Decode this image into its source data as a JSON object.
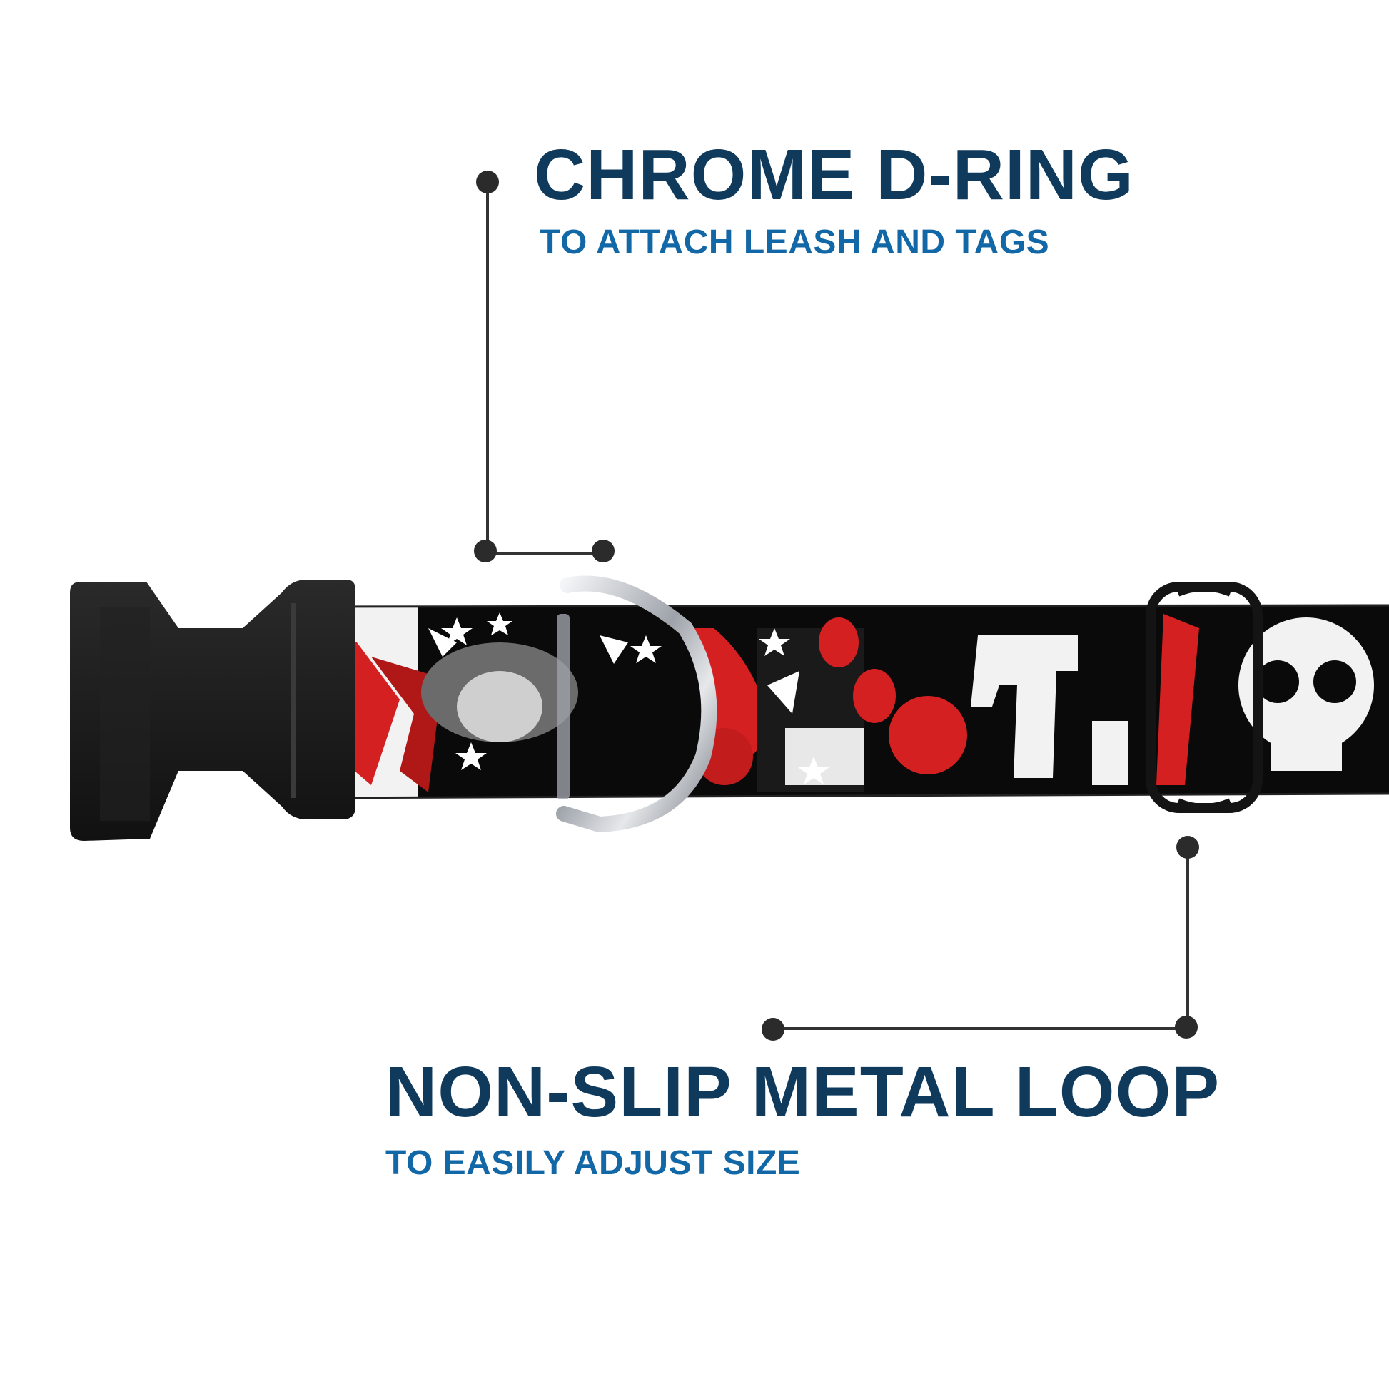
{
  "callouts": {
    "d_ring": {
      "title": "CHROME D-RING",
      "subtitle": "TO ATTACH LEASH AND TAGS"
    },
    "metal_loop": {
      "title": "NON-SLIP METAL LOOP",
      "subtitle": "TO EASILY ADJUST SIZE"
    }
  },
  "colors": {
    "title": "#0f3a5c",
    "subtitle": "#1267a6",
    "leader_line": "#333333",
    "strap_black": "#0a0a0a",
    "strap_red": "#d42020",
    "strap_white": "#f2f2f2",
    "buckle": "#1a1a1a",
    "chrome": "#b8bcc2"
  },
  "product": {
    "icons": [
      "buckle-icon",
      "d-ring-icon",
      "metal-loop-icon",
      "collar-strap-icon"
    ]
  }
}
